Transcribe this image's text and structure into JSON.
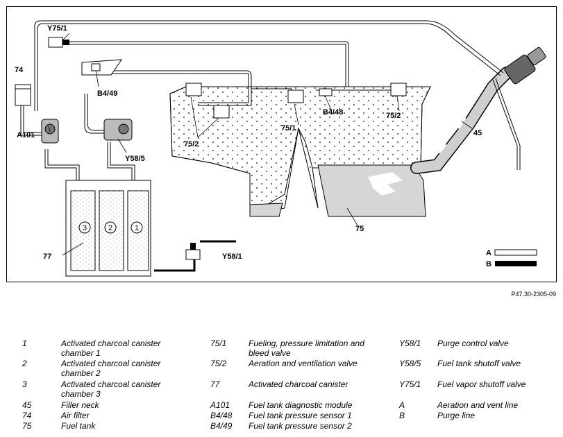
{
  "figure_ref": "P47.30-2305-09",
  "labels": {
    "y75_1": "Y75/1",
    "b4_49": "B4/49",
    "l74": "74",
    "a101": "A101",
    "y58_5": "Y58/5",
    "l77": "77",
    "y58_1": "Y58/1",
    "l75_2_left": "75/2",
    "l75_1": "75/1",
    "b4_48": "B4/48",
    "l75_2_right": "75/2",
    "l45": "45",
    "l75": "75",
    "key_a": "A",
    "key_b": "B",
    "chamber_1": "1",
    "chamber_2": "2",
    "chamber_3": "3"
  },
  "legend": [
    [
      {
        "code": "1",
        "desc": "Activated charcoal canister chamber 1"
      },
      {
        "code": "75/1",
        "desc": "Fueling, pressure limitation and bleed valve"
      },
      {
        "code": "Y58/1",
        "desc": "Purge control valve"
      }
    ],
    [
      {
        "code": "2",
        "desc": "Activated charcoal canister chamber 2"
      },
      {
        "code": "75/2",
        "desc": "Aeration and ventilation valve"
      },
      {
        "code": "Y58/5",
        "desc": "Fuel tank shutoff valve"
      }
    ],
    [
      {
        "code": "3",
        "desc": "Activated charcoal canister chamber 3"
      },
      {
        "code": "77",
        "desc": "Activated charcoal canister"
      },
      {
        "code": "Y75/1",
        "desc": "Fuel vapor shutoff valve"
      }
    ],
    [
      {
        "code": "45",
        "desc": "Filler neck"
      },
      {
        "code": "A101",
        "desc": "Fuel tank diagnostic module"
      },
      {
        "code": "A",
        "desc": "Aeration and vent line"
      }
    ],
    [
      {
        "code": "74",
        "desc": "Air filter"
      },
      {
        "code": "B4/48",
        "desc": "Fuel tank pressure sensor 1"
      },
      {
        "code": "B",
        "desc": "Purge line"
      }
    ],
    [
      {
        "code": "75",
        "desc": "Fuel tank"
      },
      {
        "code": "B4/49",
        "desc": "Fuel tank pressure sensor 2"
      },
      {
        "code": "",
        "desc": ""
      }
    ]
  ]
}
